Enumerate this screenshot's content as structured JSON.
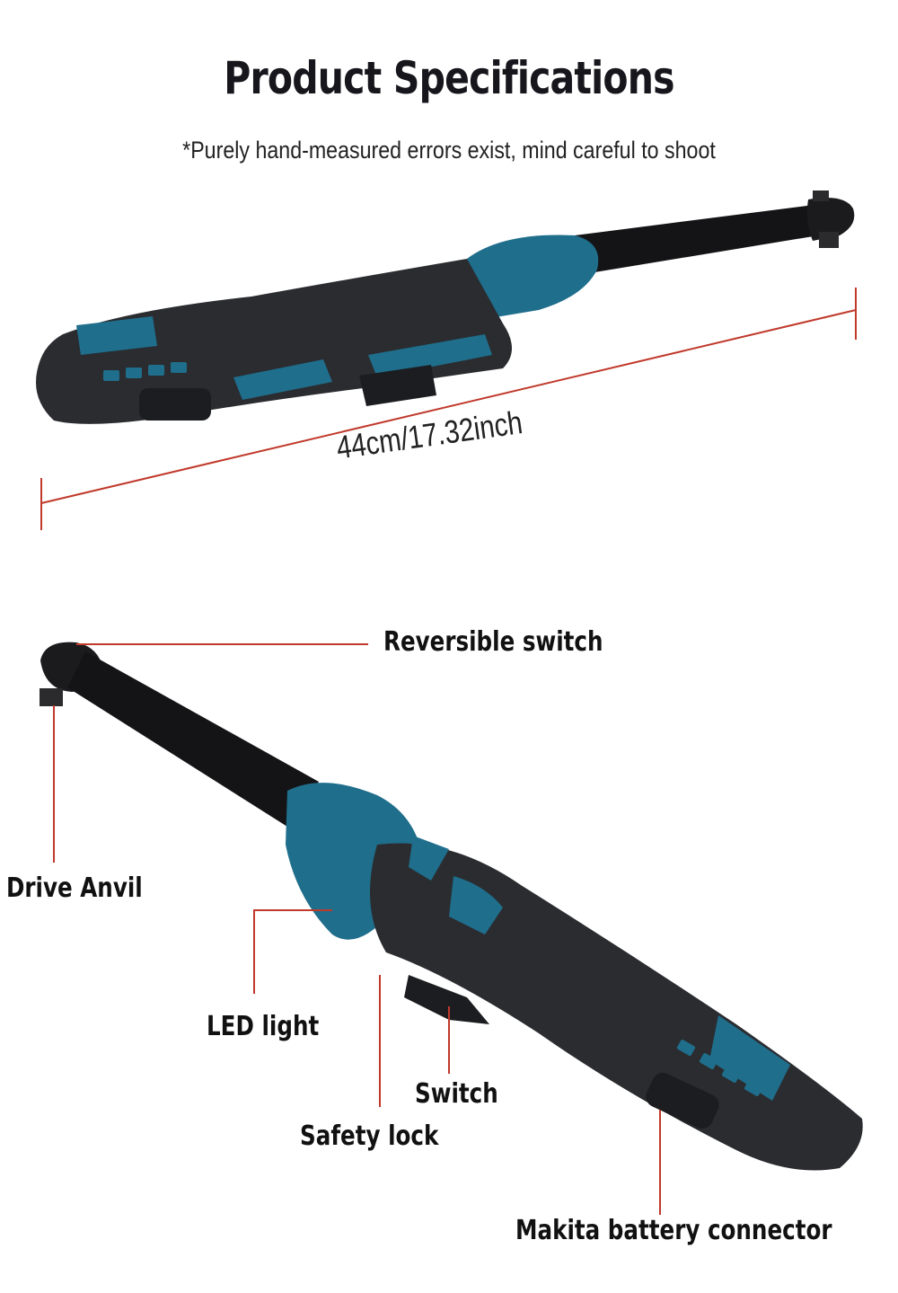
{
  "header": {
    "title": "Product Specifications",
    "subtitle": "*Purely hand-measured errors exist, mind careful to shoot"
  },
  "dimension": {
    "label": "44cm/17.32inch"
  },
  "callouts": {
    "reversible_switch": "Reversible switch",
    "drive_anvil": "Drive Anvil",
    "led_light": "LED light",
    "switch": "Switch",
    "safety_lock": "Safety lock",
    "battery_connector": "Makita battery connector"
  },
  "colors": {
    "tool_blue": "#1f6e8c",
    "tool_black": "#2a2c30",
    "shaft_black": "#141416",
    "callout_line": "#c0392b",
    "dimension_line": "#c0392b"
  }
}
